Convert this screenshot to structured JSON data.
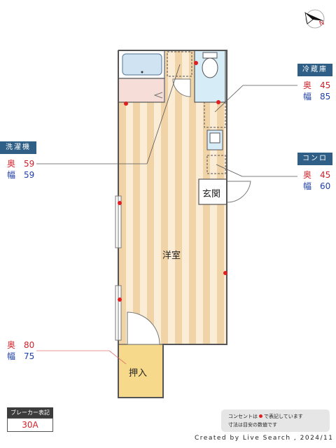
{
  "rooms": {
    "western": "洋室",
    "entrance": "玄関",
    "closet": "押入"
  },
  "appliances": {
    "refrigerator": {
      "title": "冷蔵庫",
      "depth_key": "奥",
      "depth": "45",
      "width_key": "幅",
      "width": "85"
    },
    "washer": {
      "title": "洗濯機",
      "depth_key": "奥",
      "depth": "59",
      "width_key": "幅",
      "width": "59"
    },
    "stove": {
      "title": "コンロ",
      "depth_key": "奥",
      "depth": "45",
      "width_key": "幅",
      "width": "60"
    },
    "closet_dims": {
      "depth_key": "奥",
      "depth": "80",
      "width_key": "幅",
      "width": "75"
    }
  },
  "breaker": {
    "title": "ブレーカー表記",
    "value": "30A"
  },
  "note": {
    "line1_before": "コンセントは",
    "line1_after": "で表記しています",
    "line2": "寸法は目安の数値です"
  },
  "credit": "Created by Live Search , 2024/11",
  "colors": {
    "floor_stripe_light": "#fbecd6",
    "floor_stripe_dark": "#f1d3a8",
    "closet_fill": "#f6d98a",
    "tile_fill": "#d6ecf7",
    "outlet_red": "#e02020",
    "depth_red": "#d0202a",
    "width_blue": "#1f3fa8",
    "header_blue": "#2f5f86"
  },
  "icons": {
    "compass": "compass-icon",
    "outlet": "outlet-icon"
  }
}
